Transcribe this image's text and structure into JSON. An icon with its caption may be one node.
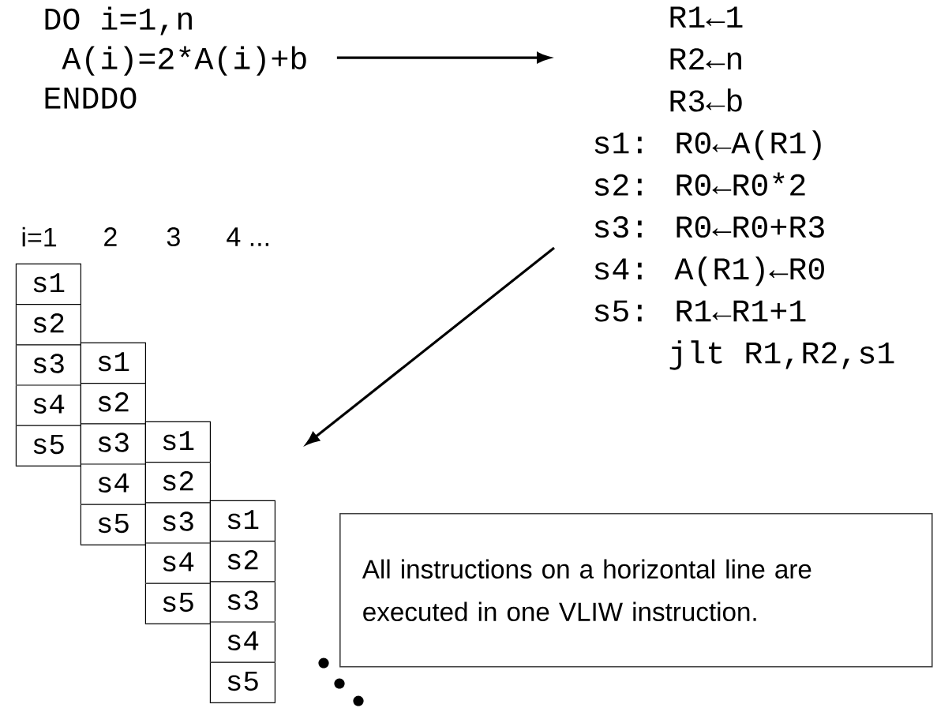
{
  "diagram": {
    "nodes": [
      {
        "text": [
          "DO i=1,n",
          "A(i)=2*A(i)+b",
          "ENDDO"
        ]
      },
      {
        "text": [
          "R1←1",
          "R2←n",
          "R3←b",
          "s1: R0←A(R1)",
          "s2: R0←R0*2",
          "s3: R0←R0+R3",
          "s4: A(R1)←R0",
          "s5: R1←R1+1",
          "jlt R1,R2,s1"
        ]
      },
      {
        "text": [
          "s1",
          "s2",
          "s3",
          "s4",
          "s5"
        ]
      },
      {
        "text": [
          "s1",
          "s2",
          "s3",
          "s4",
          "s5"
        ]
      },
      {
        "text": [
          "s1",
          "s2",
          "s3",
          "s4",
          "s5"
        ]
      },
      {
        "text": [
          "s1",
          "s2",
          "s3",
          "s4",
          "s5"
        ]
      },
      {
        "text": [
          "All instructions on a horizontal line are executed in one VLIW instruction."
        ]
      }
    ],
    "edges": [
      {
        "from": 0,
        "to": 1,
        "arrow": "to"
      },
      {
        "from": 1,
        "to": null,
        "arrow": "to"
      }
    ],
    "labels": [
      "i=1",
      "2",
      "3",
      "4 ..."
    ]
  }
}
